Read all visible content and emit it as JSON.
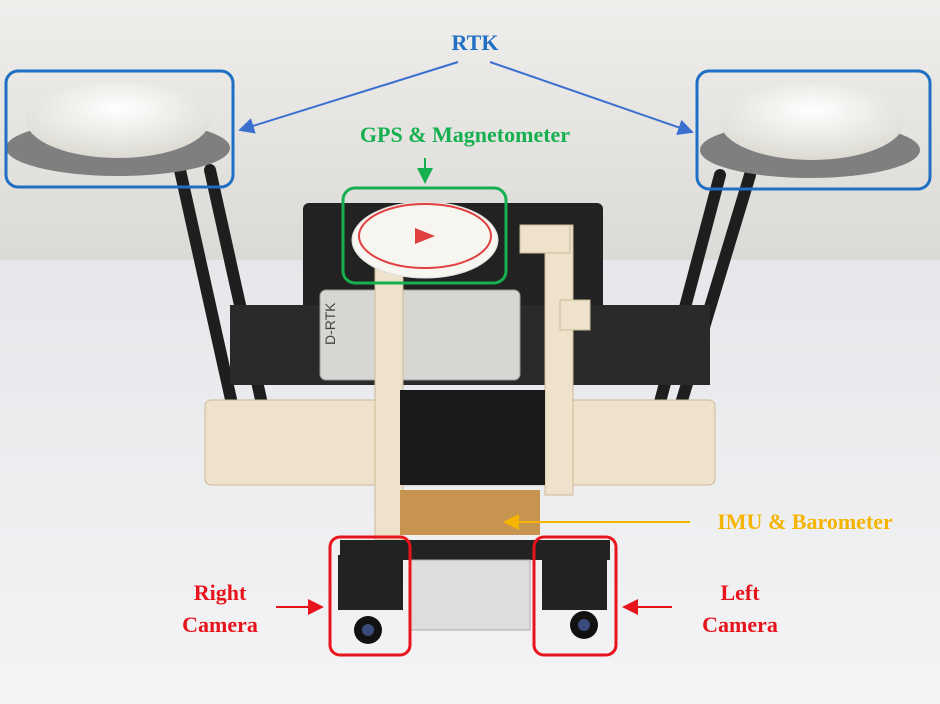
{
  "labels": {
    "rtk": "RTK",
    "gps": "GPS & Magnetometer",
    "imu": "IMU & Barometer",
    "right_camera": [
      "Right",
      "Camera"
    ],
    "left_camera": [
      "Left",
      "Camera"
    ]
  },
  "device_text": {
    "receiver_brand": "D-RTK"
  },
  "colors": {
    "rtk": "#1f6fc4",
    "gps": "#16b050",
    "imu": "#f5b400",
    "camera": "#e8141c"
  }
}
